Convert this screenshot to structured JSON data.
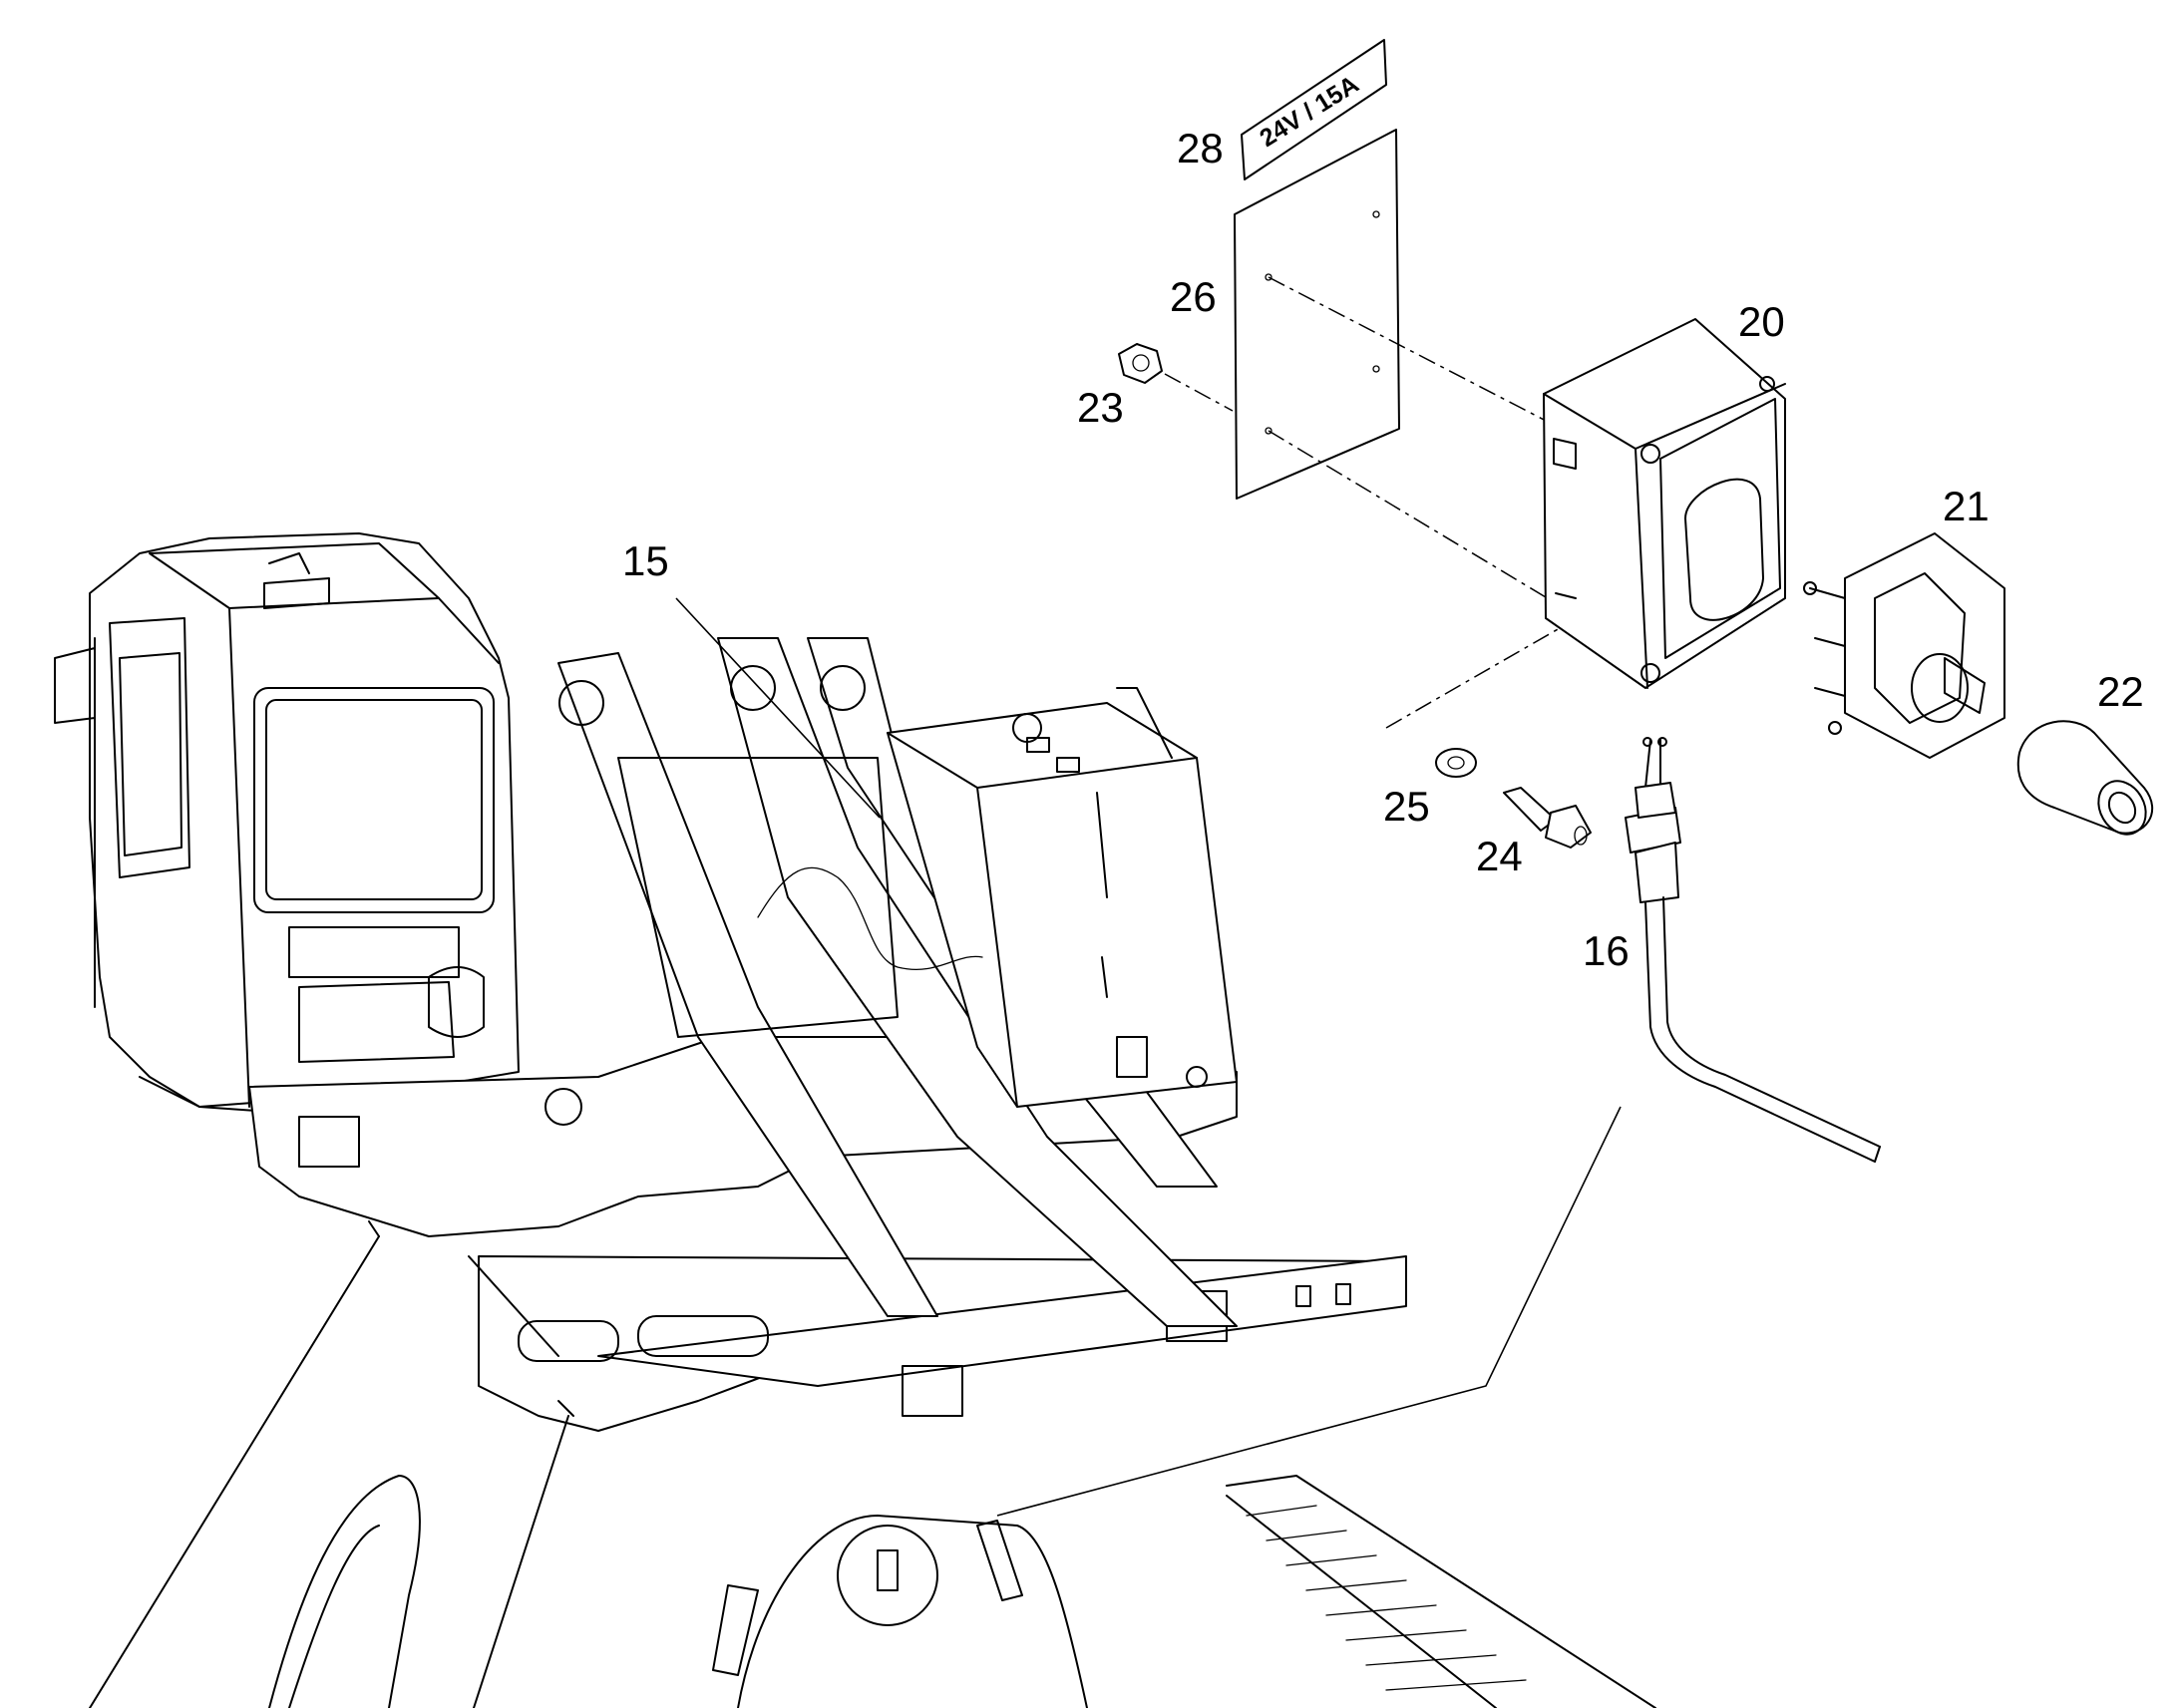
{
  "diagram": {
    "type": "exploded parts diagram",
    "callouts": {
      "c28": "28",
      "c26": "26",
      "c23": "23",
      "c20": "20",
      "c21": "21",
      "c22": "22",
      "c15": "15",
      "c25": "25",
      "c24": "24",
      "c16": "16"
    },
    "decal_text": "24V / 15A"
  }
}
